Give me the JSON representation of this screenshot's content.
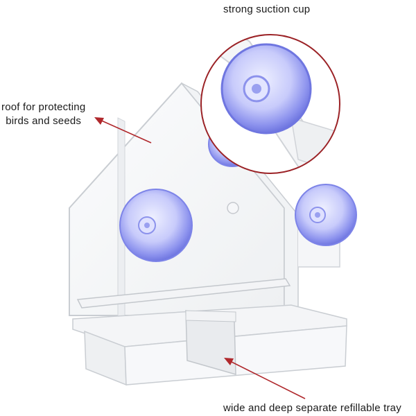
{
  "labels": {
    "suction_cup": "strong suction cup",
    "roof_line1": "roof for protecting",
    "roof_line2": "birds and seeds",
    "tray": "wide and deep separate refillable tray"
  },
  "colors": {
    "background": "#ffffff",
    "acrylic_edge": "#c9cdd2",
    "suction_cup": "#7d84e8",
    "arrow": "#b0282c",
    "callout_ring": "#9b2226"
  },
  "icons": {
    "arrow_roof": "arrow-left",
    "arrow_tray": "arrow-up-left"
  }
}
